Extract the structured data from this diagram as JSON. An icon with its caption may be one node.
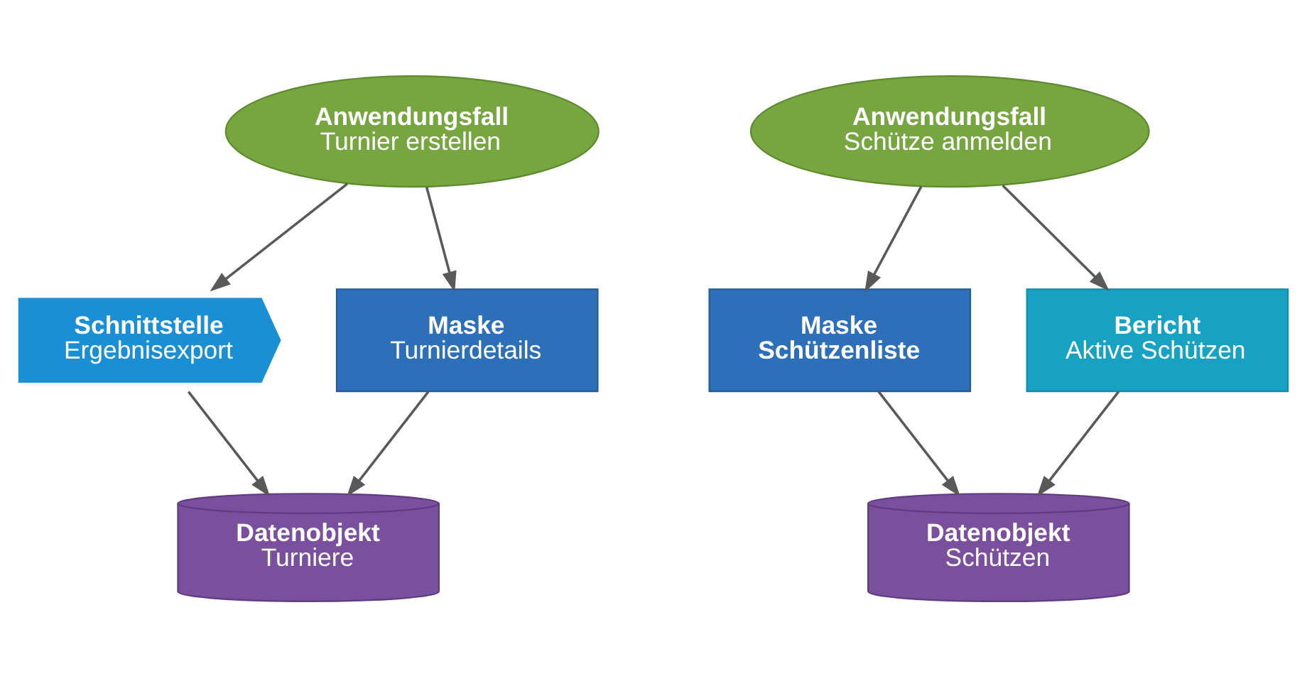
{
  "diagram": {
    "nodes": [
      {
        "text": [
          "Anwendungsfall",
          "Turnier erstellen"
        ]
      },
      {
        "text": [
          "Anwendungsfall",
          "Schütze anmelden"
        ]
      },
      {
        "text": [
          "Schnittstelle",
          "Ergebnisexport"
        ]
      },
      {
        "text": [
          "Maske",
          "Turnierdetails"
        ]
      },
      {
        "text": [
          "Maske",
          "Schützenliste"
        ]
      },
      {
        "text": [
          "Bericht",
          "Aktive Schützen"
        ]
      },
      {
        "text": [
          "Datenobjekt",
          "Turniere"
        ]
      },
      {
        "text": [
          "Datenobjekt",
          "Schützen"
        ]
      }
    ],
    "edges": [
      {
        "from": 0,
        "to": 2,
        "arrow": "to"
      },
      {
        "from": 0,
        "to": 3,
        "arrow": "to"
      },
      {
        "from": 1,
        "to": 4,
        "arrow": "to"
      },
      {
        "from": 1,
        "to": 5,
        "arrow": "to"
      },
      {
        "from": 2,
        "to": 6,
        "arrow": "to"
      },
      {
        "from": 3,
        "to": 6,
        "arrow": "to"
      },
      {
        "from": 4,
        "to": 7,
        "arrow": "to"
      },
      {
        "from": 5,
        "to": 7,
        "arrow": "to"
      }
    ]
  }
}
